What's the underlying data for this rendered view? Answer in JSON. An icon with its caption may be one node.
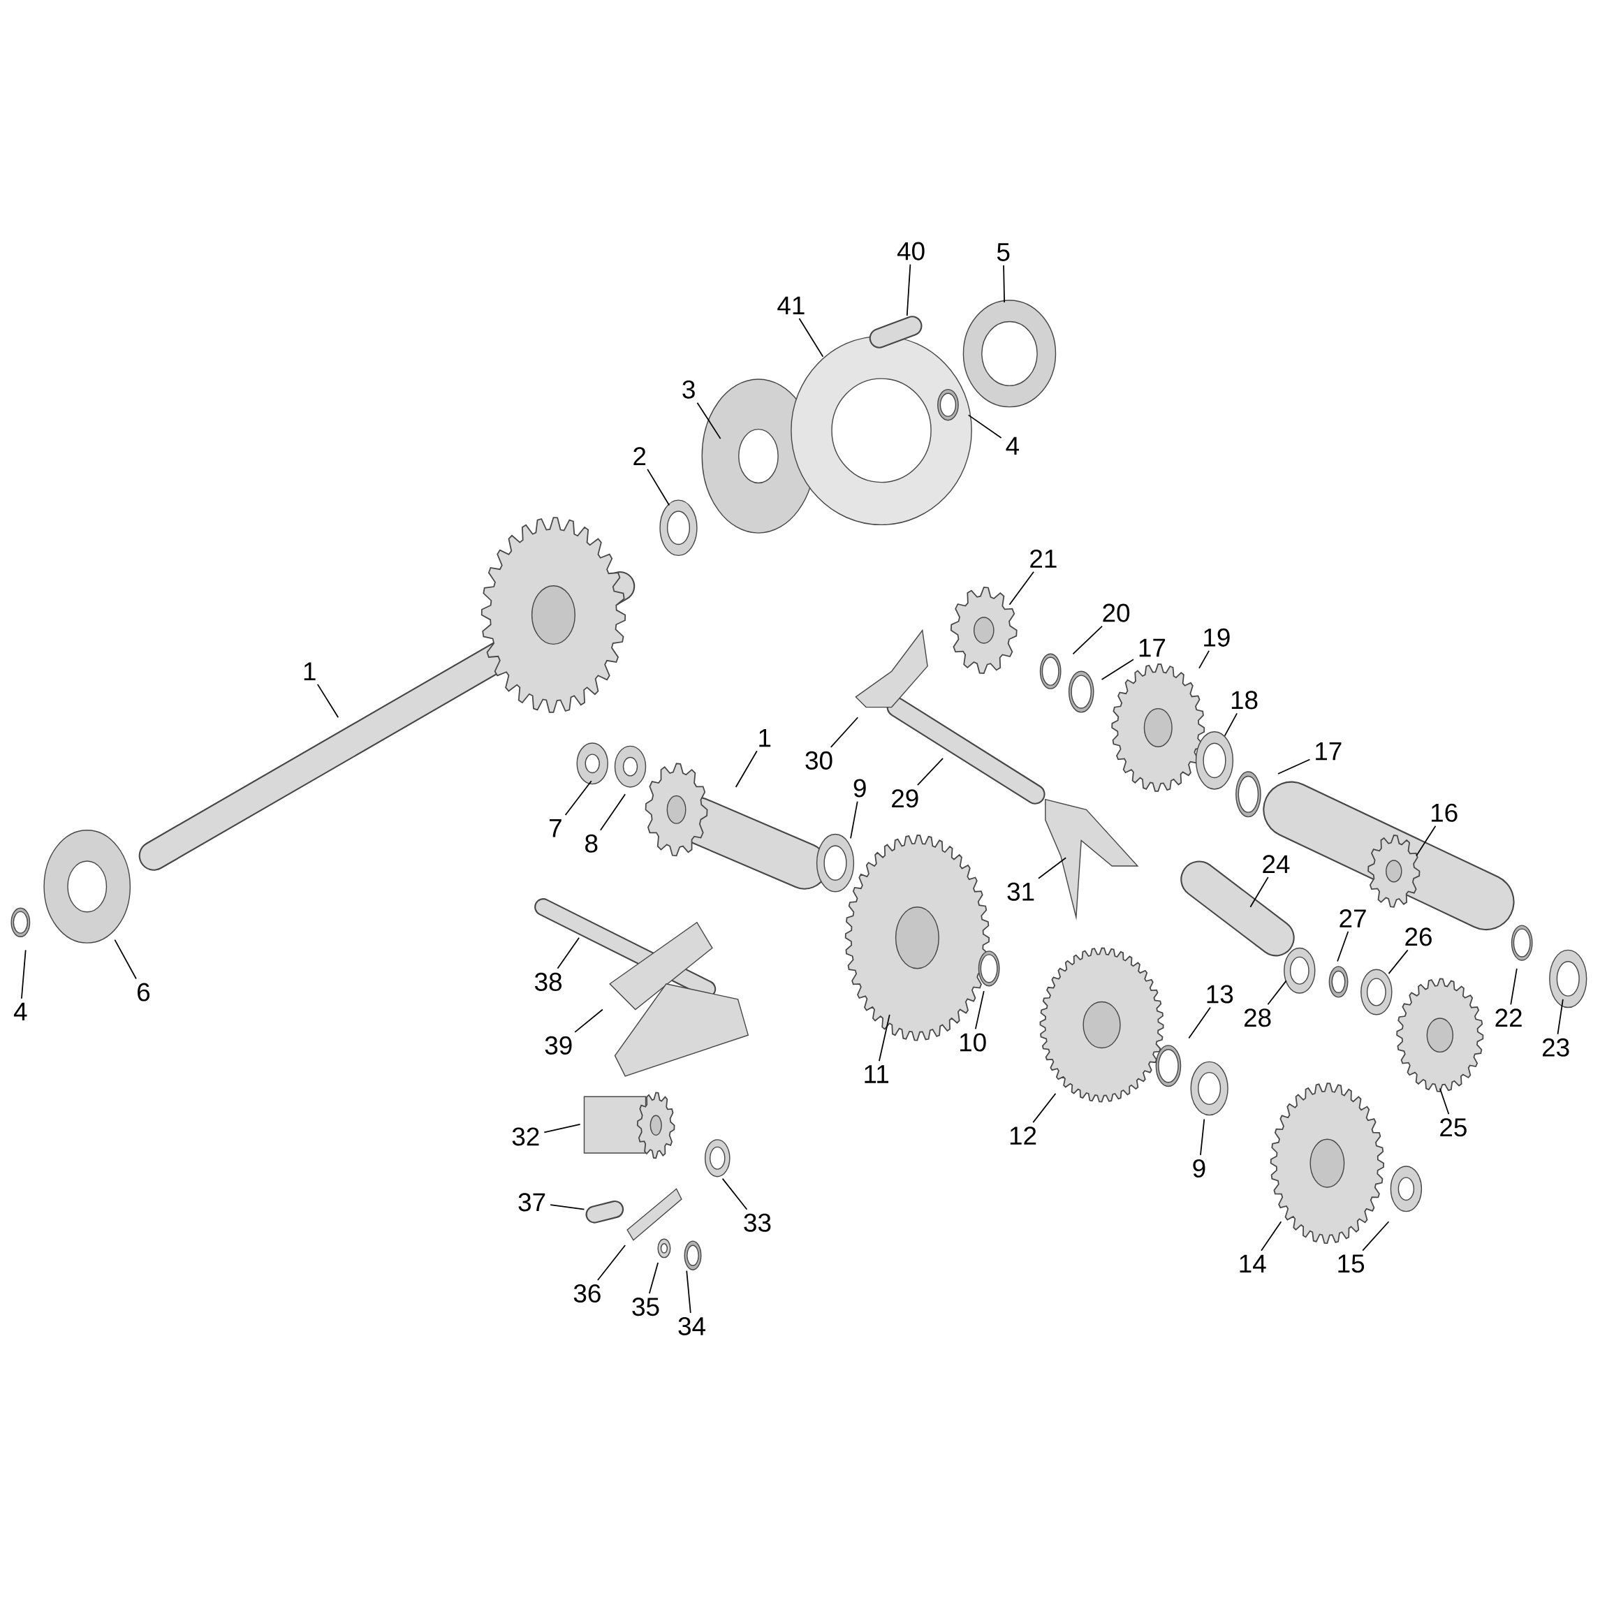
{
  "diagram": {
    "nodes": [
      {
        "text": [
          "40"
        ]
      },
      {
        "text": [
          "5"
        ]
      },
      {
        "text": [
          "41"
        ]
      },
      {
        "text": [
          "3"
        ]
      },
      {
        "text": [
          "4"
        ]
      },
      {
        "text": [
          "2"
        ]
      },
      {
        "text": [
          "21"
        ]
      },
      {
        "text": [
          "20"
        ]
      },
      {
        "text": [
          "17"
        ]
      },
      {
        "text": [
          "19"
        ]
      },
      {
        "text": [
          "1"
        ]
      },
      {
        "text": [
          "18"
        ]
      },
      {
        "text": [
          "1"
        ]
      },
      {
        "text": [
          "30"
        ]
      },
      {
        "text": [
          "17"
        ]
      },
      {
        "text": [
          "9"
        ]
      },
      {
        "text": [
          "29"
        ]
      },
      {
        "text": [
          "16"
        ]
      },
      {
        "text": [
          "7"
        ]
      },
      {
        "text": [
          "8"
        ]
      },
      {
        "text": [
          "24"
        ]
      },
      {
        "text": [
          "31"
        ]
      },
      {
        "text": [
          "27"
        ]
      },
      {
        "text": [
          "26"
        ]
      },
      {
        "text": [
          "38"
        ]
      },
      {
        "text": [
          "6"
        ]
      },
      {
        "text": [
          "13"
        ]
      },
      {
        "text": [
          "4"
        ]
      },
      {
        "text": [
          "22"
        ]
      },
      {
        "text": [
          "28"
        ]
      },
      {
        "text": [
          "10"
        ]
      },
      {
        "text": [
          "39"
        ]
      },
      {
        "text": [
          "23"
        ]
      },
      {
        "text": [
          "11"
        ]
      },
      {
        "text": [
          "25"
        ]
      },
      {
        "text": [
          "12"
        ]
      },
      {
        "text": [
          "32"
        ]
      },
      {
        "text": [
          "9"
        ]
      },
      {
        "text": [
          "37"
        ]
      },
      {
        "text": [
          "33"
        ]
      },
      {
        "text": [
          "14"
        ]
      },
      {
        "text": [
          "15"
        ]
      },
      {
        "text": [
          "36"
        ]
      },
      {
        "text": [
          "35"
        ]
      },
      {
        "text": [
          "34"
        ]
      }
    ],
    "edges": [
      {
        "from": 0,
        "to": null,
        "arrow": "none"
      },
      {
        "from": 1,
        "to": null,
        "arrow": "none"
      },
      {
        "from": 2,
        "to": null,
        "arrow": "none"
      },
      {
        "from": 3,
        "to": null,
        "arrow": "none"
      },
      {
        "from": 4,
        "to": null,
        "arrow": "none"
      },
      {
        "from": 5,
        "to": null,
        "arrow": "none"
      },
      {
        "from": 6,
        "to": null,
        "arrow": "none"
      },
      {
        "from": 7,
        "to": null,
        "arrow": "none"
      },
      {
        "from": 8,
        "to": null,
        "arrow": "none"
      },
      {
        "from": 9,
        "to": null,
        "arrow": "none"
      },
      {
        "from": 10,
        "to": null,
        "arrow": "none"
      },
      {
        "from": 11,
        "to": null,
        "arrow": "none"
      },
      {
        "from": 12,
        "to": null,
        "arrow": "none"
      },
      {
        "from": 13,
        "to": null,
        "arrow": "none"
      },
      {
        "from": 14,
        "to": null,
        "arrow": "none"
      },
      {
        "from": 15,
        "to": null,
        "arrow": "none"
      },
      {
        "from": 16,
        "to": null,
        "arrow": "none"
      },
      {
        "from": 17,
        "to": null,
        "arrow": "none"
      },
      {
        "from": 18,
        "to": null,
        "arrow": "none"
      },
      {
        "from": 19,
        "to": null,
        "arrow": "none"
      },
      {
        "from": 20,
        "to": null,
        "arrow": "none"
      },
      {
        "from": 21,
        "to": null,
        "arrow": "none"
      },
      {
        "from": 22,
        "to": null,
        "arrow": "none"
      },
      {
        "from": 23,
        "to": null,
        "arrow": "none"
      },
      {
        "from": 24,
        "to": null,
        "arrow": "none"
      },
      {
        "from": 25,
        "to": null,
        "arrow": "none"
      },
      {
        "from": 26,
        "to": null,
        "arrow": "none"
      },
      {
        "from": 27,
        "to": null,
        "arrow": "none"
      },
      {
        "from": 28,
        "to": null,
        "arrow": "none"
      },
      {
        "from": 29,
        "to": null,
        "arrow": "none"
      },
      {
        "from": 30,
        "to": null,
        "arrow": "none"
      },
      {
        "from": 31,
        "to": null,
        "arrow": "none"
      },
      {
        "from": 32,
        "to": null,
        "arrow": "none"
      },
      {
        "from": 33,
        "to": null,
        "arrow": "none"
      },
      {
        "from": 34,
        "to": null,
        "arrow": "none"
      },
      {
        "from": 35,
        "to": null,
        "arrow": "none"
      },
      {
        "from": 36,
        "to": null,
        "arrow": "none"
      },
      {
        "from": 37,
        "to": null,
        "arrow": "none"
      },
      {
        "from": 38,
        "to": null,
        "arrow": "none"
      },
      {
        "from": 39,
        "to": null,
        "arrow": "none"
      },
      {
        "from": 40,
        "to": null,
        "arrow": "none"
      },
      {
        "from": 41,
        "to": null,
        "arrow": "none"
      },
      {
        "from": 42,
        "to": null,
        "arrow": "none"
      },
      {
        "from": 43,
        "to": null,
        "arrow": "none"
      },
      {
        "from": 44,
        "to": null,
        "arrow": "none"
      }
    ]
  }
}
